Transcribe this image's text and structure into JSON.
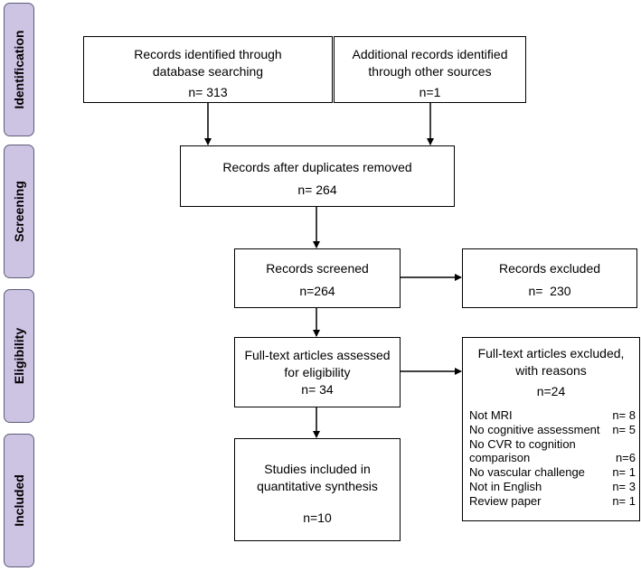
{
  "phases": {
    "identification": "Identification",
    "screening": "Screening",
    "eligibility": "Eligibility",
    "included": "Included"
  },
  "boxes": {
    "db_search": {
      "text": "Records identified through database searching",
      "n": "n= 313"
    },
    "other_sources": {
      "text": "Additional records identified through other sources",
      "n": "n=1"
    },
    "after_duplicates": {
      "text": "Records after duplicates removed",
      "n": "n= 264"
    },
    "screened": {
      "text": "Records screened",
      "n": "n=264"
    },
    "excluded": {
      "text": "Records excluded",
      "n": "n=  230"
    },
    "fulltext_assessed": {
      "text": "Full-text articles assessed for eligibility",
      "n": "n= 34"
    },
    "fulltext_excluded": {
      "title": "Full-text articles excluded, with reasons",
      "n": "n=24",
      "reasons": [
        {
          "label": "Not MRI",
          "count": "n= 8"
        },
        {
          "label": "No cognitive assessment",
          "count": "n= 5"
        },
        {
          "label": "No CVR to cognition comparison",
          "count": "n=6"
        },
        {
          "label": "No vascular challenge",
          "count": "n= 1"
        },
        {
          "label": "Not in English",
          "count": "n= 3"
        },
        {
          "label": "Review paper",
          "count": "n= 1"
        }
      ]
    },
    "included": {
      "text": "Studies included in quantitative synthesis",
      "n": "n=10"
    }
  }
}
